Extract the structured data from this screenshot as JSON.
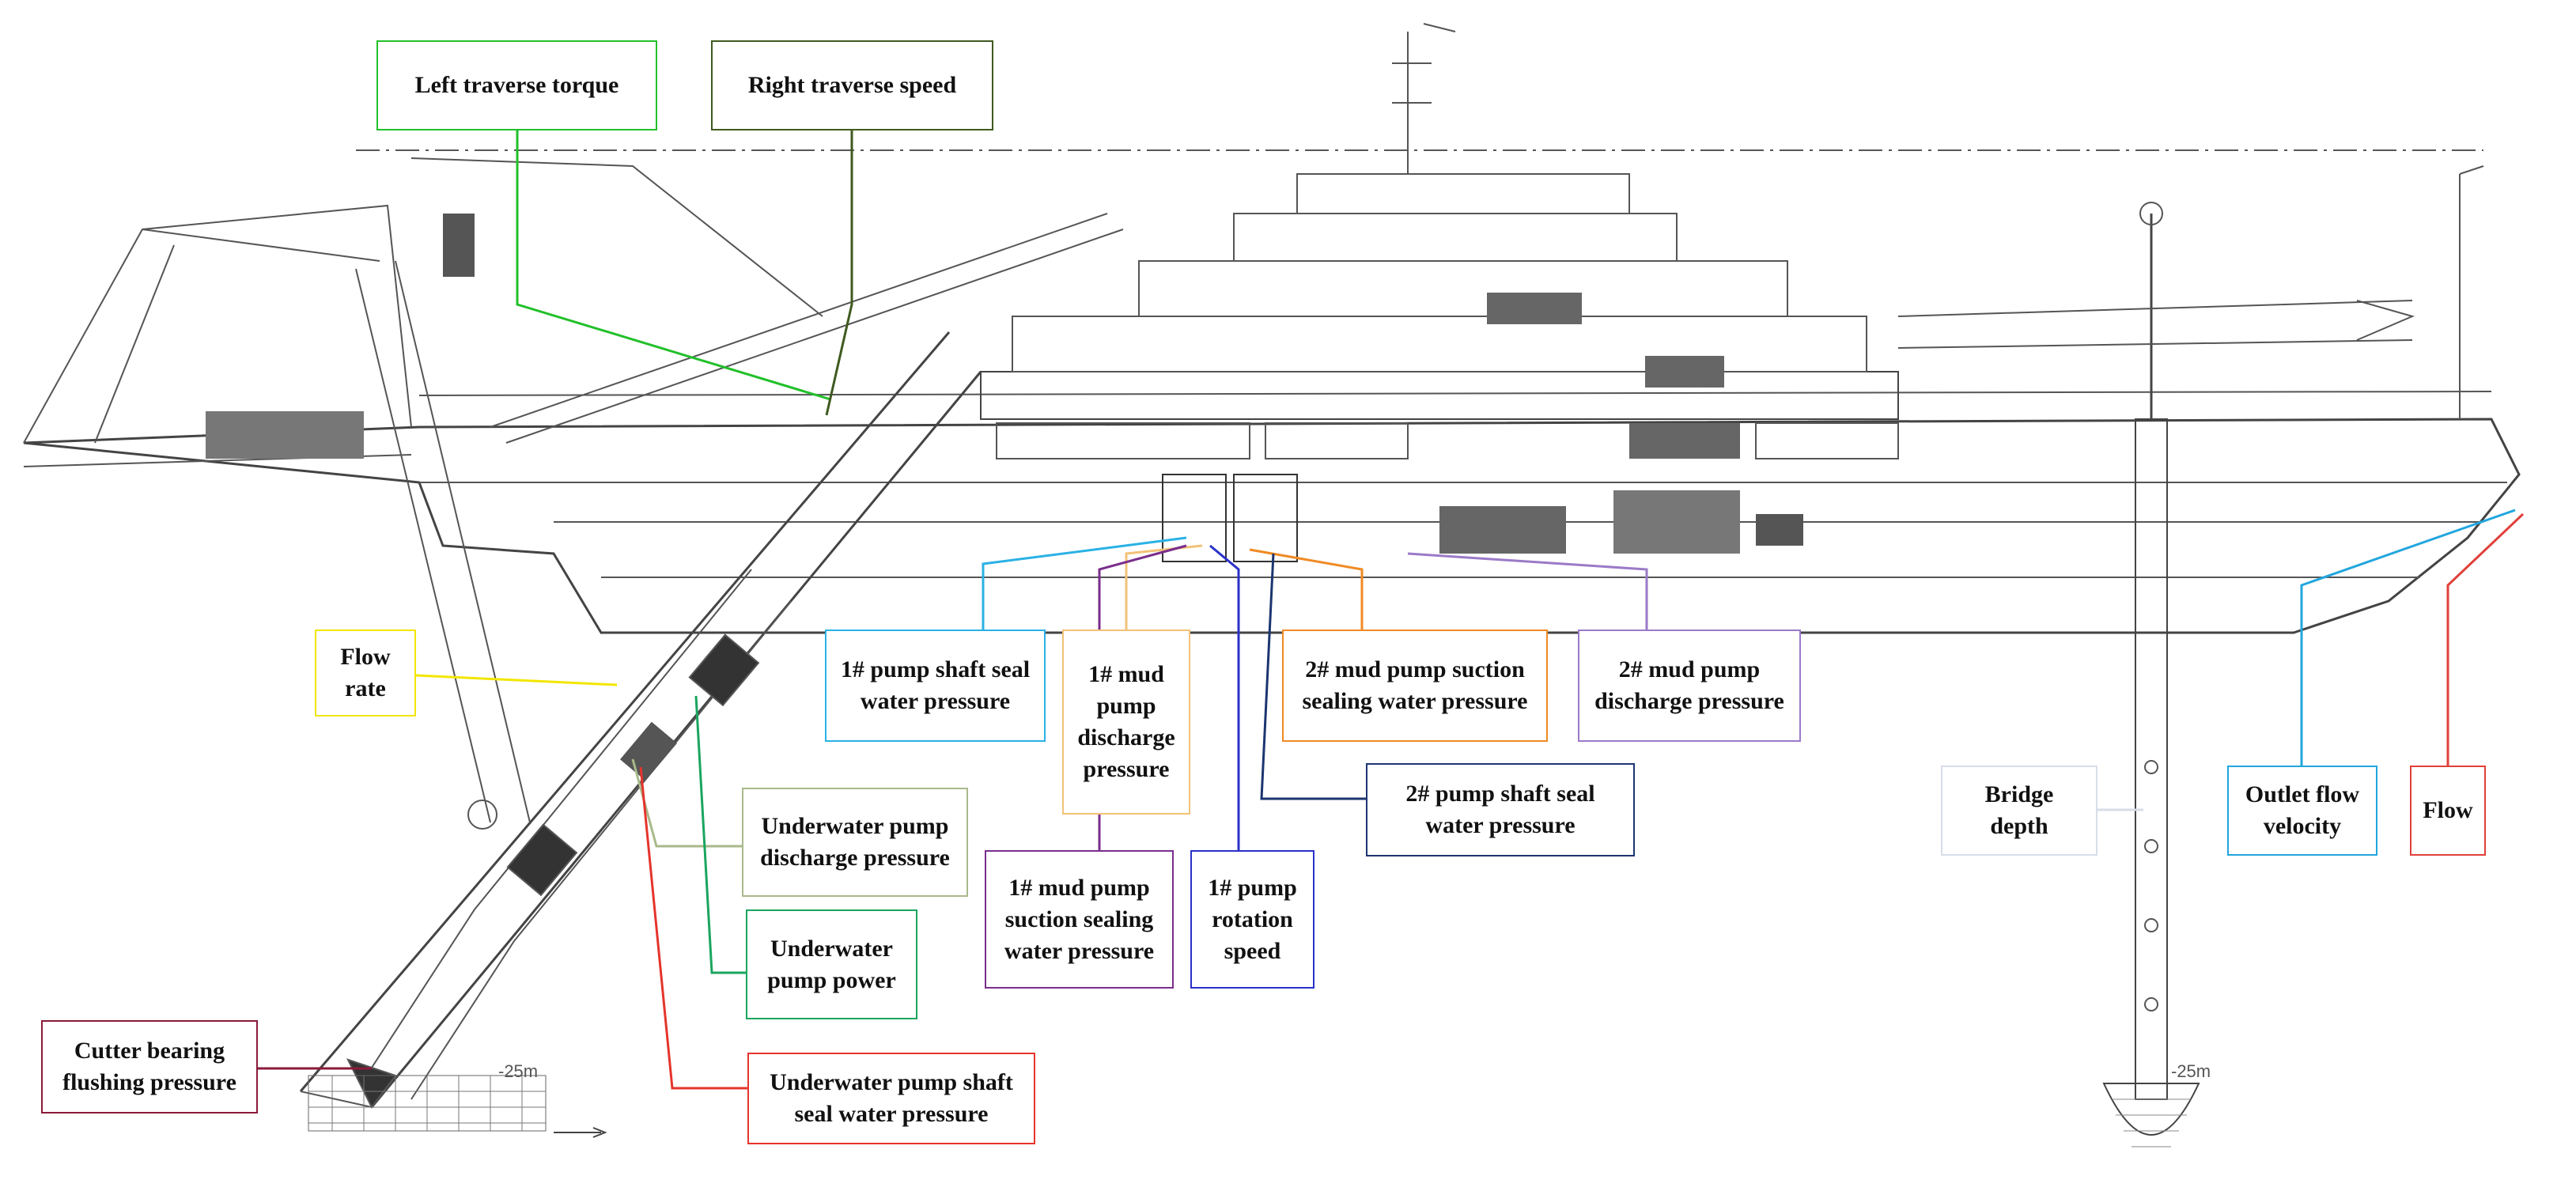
{
  "depth_marks": {
    "left": "-25m",
    "right": "-25m"
  },
  "labels": {
    "left_traverse_torque": {
      "text": "Left traverse torque",
      "color": "#22c02a"
    },
    "right_traverse_speed": {
      "text": "Right traverse speed",
      "color": "#3f5a1f"
    },
    "flow_rate": {
      "text": "Flow\nrate",
      "color": "#f2e600"
    },
    "p1_shaft_seal": {
      "text": "1# pump shaft seal\nwater pressure",
      "color": "#2ab1e5"
    },
    "p1_mud_discharge": {
      "text": "1# mud\npump\ndischarge\npressure",
      "color": "#f2c278"
    },
    "p2_suction_sealing": {
      "text": "2# mud pump suction\nsealing water pressure",
      "color": "#f08a24"
    },
    "p2_mud_discharge": {
      "text": "2# mud pump\ndischarge pressure",
      "color": "#9b7ac8"
    },
    "underwater_discharge": {
      "text": "Underwater pump\ndischarge pressure",
      "color": "#a9b98a"
    },
    "underwater_power": {
      "text": "Underwater\npump power",
      "color": "#1aa55f"
    },
    "p2_shaft_seal": {
      "text": "2# pump shaft seal\nwater pressure",
      "color": "#1c3570"
    },
    "p1_suction_sealing": {
      "text": "1# mud pump\nsuction sealing\nwater pressure",
      "color": "#7a2e8c"
    },
    "p1_rotation": {
      "text": "1# pump\nrotation\nspeed",
      "color": "#2a31c8"
    },
    "bridge_depth": {
      "text": "Bridge\ndepth",
      "color": "#d8dde8"
    },
    "outlet_flow_velocity": {
      "text": "Outlet flow\nvelocity",
      "color": "#22a6dd"
    },
    "flow": {
      "text": "Flow",
      "color": "#e0403a"
    },
    "cutter_bearing": {
      "text": "Cutter bearing\nflushing pressure",
      "color": "#8a1a3a"
    },
    "underwater_shaft_seal": {
      "text": "Underwater pump shaft\nseal water pressure",
      "color": "#e5342c"
    }
  }
}
